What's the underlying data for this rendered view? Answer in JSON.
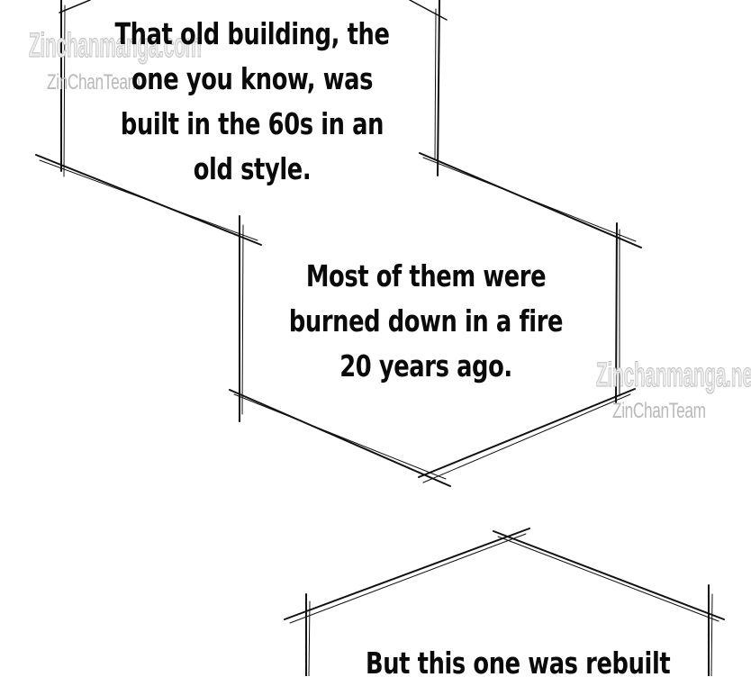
{
  "watermarks": {
    "site": "Zinchanmanga.com",
    "site_alt": "Zinchanmanga.net",
    "team": "ZinChanTeam"
  },
  "bubbles": [
    {
      "lines": [
        "That old building, the",
        "one you know, was",
        "built in the 60s in an",
        "old style."
      ]
    },
    {
      "lines": [
        "Most of them were",
        "burned down in a fire",
        "20 years ago."
      ]
    },
    {
      "lines": [
        "But this one was rebuilt"
      ]
    }
  ],
  "colors": {
    "background": "#ffffff",
    "ink": "#0a0a0a",
    "watermark": "#c9c9c9"
  }
}
